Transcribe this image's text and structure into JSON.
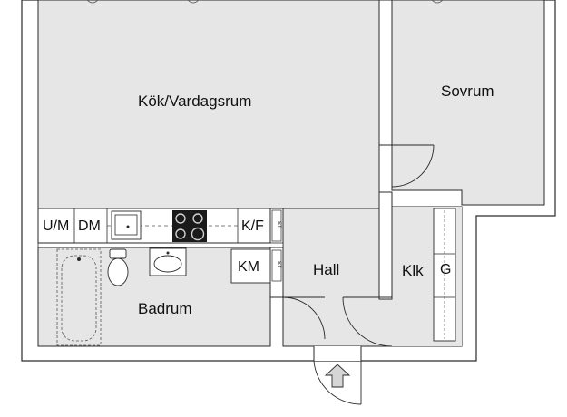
{
  "rooms": {
    "kitchen_living": "Kök/Vardagsrum",
    "bedroom": "Sovrum",
    "hall": "Hall",
    "bathroom": "Badrum",
    "closet": "Klk"
  },
  "fixtures": {
    "washer": "U/M",
    "dishwasher": "DM",
    "fridge_freezer": "K/F",
    "washing_machine": "KM",
    "wardrobe": "G",
    "cabinet_small_1": "ST",
    "cabinet_small_2": "ST"
  },
  "colors": {
    "floor": "#e6e6e6",
    "wall": "#ffffff",
    "line": "#2a2a2a",
    "entry_arrow": "#d6d6d6"
  },
  "icons": [
    "entrance-arrow-icon",
    "stove-icon",
    "sink-icon",
    "toilet-icon",
    "bathtub-icon",
    "washbasin-icon",
    "door-swing-icon"
  ]
}
